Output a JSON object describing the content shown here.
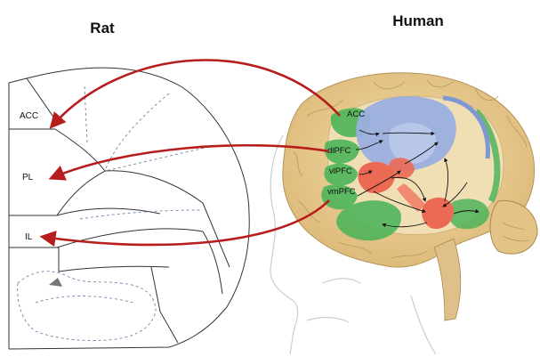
{
  "titles": {
    "left": "Rat",
    "right": "Human"
  },
  "rat_regions": [
    "ACC",
    "PL",
    "IL"
  ],
  "human_regions": [
    "ACC",
    "dlPFC",
    "vlPFC",
    "vmPFC"
  ],
  "colors": {
    "arrow": "#b81d1d",
    "green_region": "#4fb45a",
    "blue_region": "#9aaedf",
    "red_region": "#ec6a54",
    "brain_tissue": "#e8c98b"
  }
}
